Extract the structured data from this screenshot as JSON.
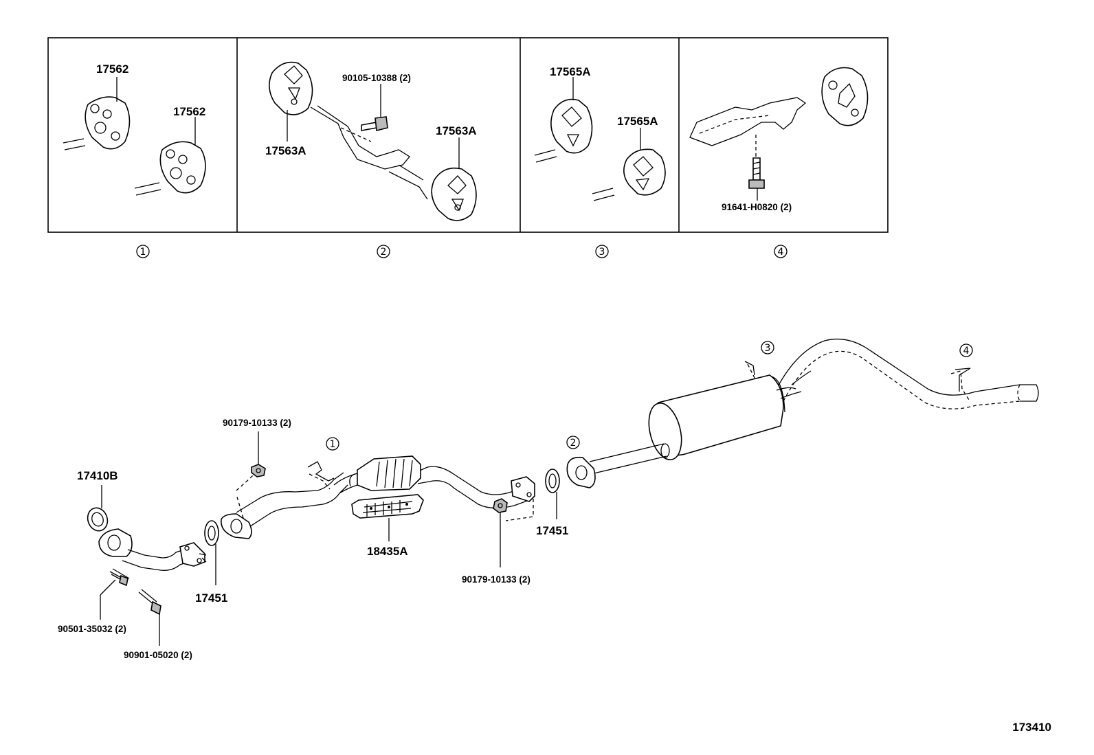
{
  "panels": [
    {
      "number": "1",
      "labels": [
        "17562",
        "17562"
      ]
    },
    {
      "number": "2",
      "labels": [
        "17563A",
        "90105-10388 (2)",
        "17563A"
      ]
    },
    {
      "number": "3",
      "labels": [
        "17565A",
        "17565A"
      ]
    },
    {
      "number": "4",
      "labels": [
        "91641-H0820 (2)"
      ]
    }
  ],
  "main": {
    "parts": {
      "gasket_front": "17410B",
      "stud": "90501-35032 (2)",
      "bolt": "90901-05020 (2)",
      "gasket_a": "17451",
      "nut_a": "90179-10133 (2)",
      "heat_insulator": "18435A",
      "nut_b": "90179-10133 (2)",
      "gasket_b": "17451"
    },
    "callouts": [
      "1",
      "2",
      "3",
      "4"
    ]
  },
  "illustration_number": "173410"
}
